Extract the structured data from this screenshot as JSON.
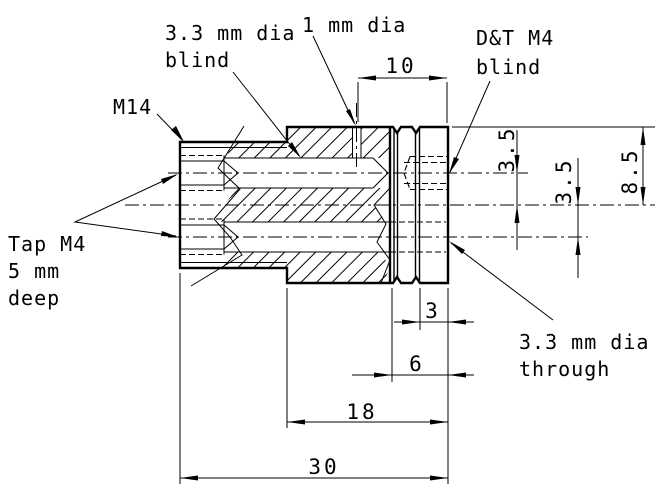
{
  "drawing": {
    "title_hint": "Sectioned cylindrical machined part, third-angle detail view",
    "units": "mm",
    "labels": {
      "m14": "M14",
      "dia33_blind_line1": "3.3 mm dia",
      "dia33_blind_line2": "blind",
      "dia1": "1 mm dia",
      "dt_m4_line1": "D&T M4",
      "dt_m4_line2": "blind",
      "tap_line1": "Tap M4",
      "tap_line2": "5 mm",
      "tap_line3": "deep",
      "through_line1": "3.3 mm dia",
      "through_line2": "through"
    },
    "dimensions": {
      "hole_to_face": "10",
      "upper_offset": "3.5",
      "lower_offset": "3.5",
      "outer_radius": "8.5",
      "end_land": "3",
      "groove_zone": "6",
      "body_length": "18",
      "overall_length": "30"
    },
    "line_color": "#000000",
    "background": "#ffffff"
  }
}
